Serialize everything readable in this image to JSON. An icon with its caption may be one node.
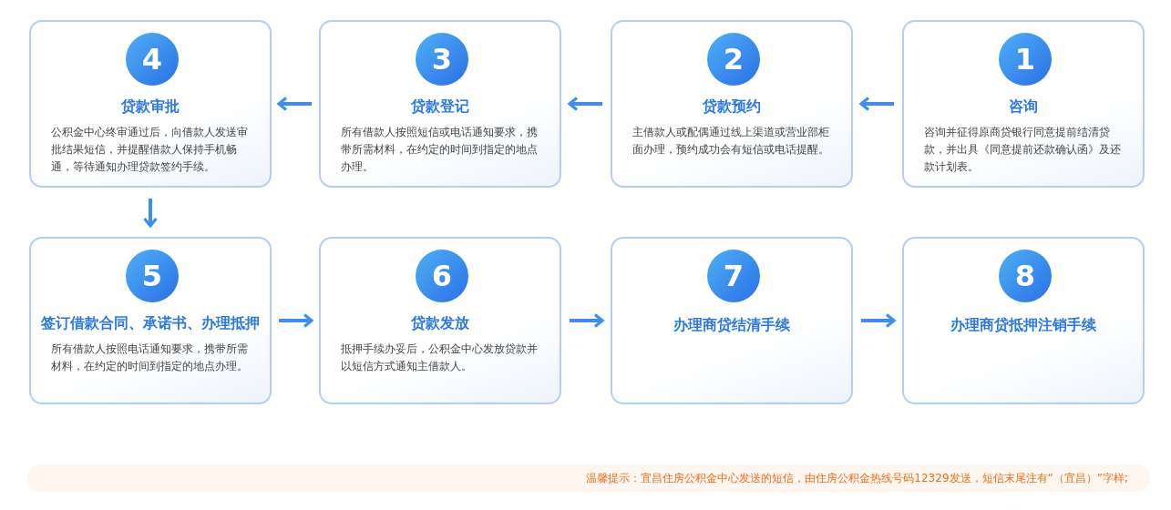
{
  "diagram": {
    "nodes": [
      {
        "text": [
          "1",
          "咨询",
          "咨询并征得原商贷银行同意提前结清贷款，并出具《同意提前还款确认函》及还款计划表。"
        ]
      },
      {
        "text": [
          "2",
          "贷款预约",
          "主借款人或配偶通过线上渠道或营业部柜面办理，预约成功会有短信或电话提醒。"
        ]
      },
      {
        "text": [
          "3",
          "贷款登记",
          "所有借款人按照短信或电话通知要求，携带所需材料，在约定的时间到指定的地点办理。"
        ]
      },
      {
        "text": [
          "4",
          "贷款审批",
          "公积金中心终审通过后，向借款人发送审批结果短信，并提醒借款人保持手机畅通，等待通知办理贷款签约手续。"
        ]
      },
      {
        "text": [
          "5",
          "签订借款合同、承诺书、办理抵押",
          "所有借款人按照电话通知要求，携带所需材料，在约定的时间到指定的地点办理。"
        ]
      },
      {
        "text": [
          "6",
          "贷款发放",
          "抵押手续办妥后，公积金中心发放贷款并以短信方式通知主借款人。"
        ]
      },
      {
        "text": [
          "7",
          "办理商贷结清手续"
        ]
      },
      {
        "text": [
          "8",
          "办理商贷抵押注销手续"
        ]
      }
    ],
    "edges": [
      {
        "from": 0,
        "to": 1,
        "arrow": "to"
      },
      {
        "from": 1,
        "to": 2,
        "arrow": "to"
      },
      {
        "from": 2,
        "to": 3,
        "arrow": "to"
      },
      {
        "from": 3,
        "to": 4,
        "arrow": "to"
      },
      {
        "from": 4,
        "to": 5,
        "arrow": "to"
      },
      {
        "from": 5,
        "to": 6,
        "arrow": "to"
      },
      {
        "from": 6,
        "to": 7,
        "arrow": "to"
      }
    ],
    "labels": [
      "温馨提示：宜昌住房公积金中心发送的短信，由住房公积金热线号码12329发送，短信末尾注有“（宜昌）”字样;"
    ]
  }
}
